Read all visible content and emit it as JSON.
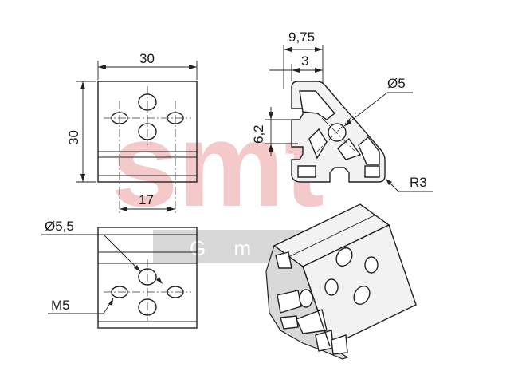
{
  "watermark": {
    "brand": "smt",
    "subtitle": "G m b H"
  },
  "dimensions": {
    "width_top": "30",
    "height_left": "30",
    "hole_spacing": "17",
    "profile_width": "9,75",
    "profile_slot": "3",
    "profile_height": "6,2",
    "bore_diameter": "Ø5",
    "corner_radius": "R3",
    "hole_diameter": "Ø5,5",
    "thread": "M5"
  }
}
